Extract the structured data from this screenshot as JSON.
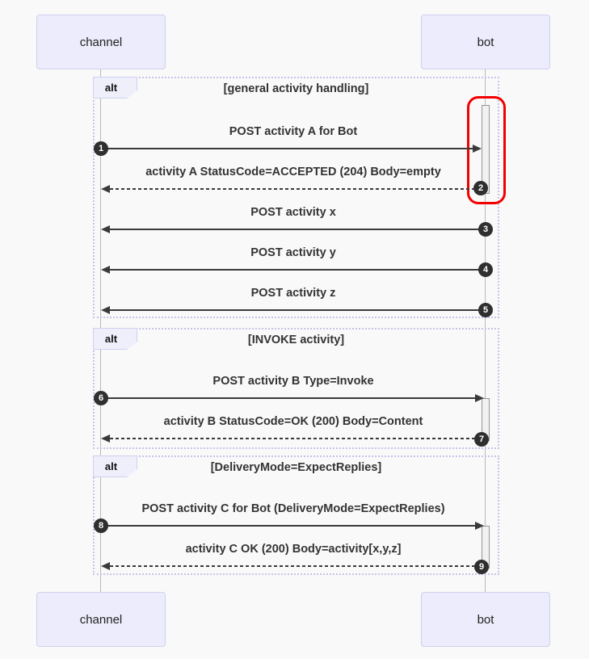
{
  "diagram_type": "sequence-diagram",
  "colors": {
    "background": "#f9f9f9",
    "actor_fill": "#ececfc",
    "actor_border": "#d0d0ee",
    "fragment_border": "#c9c3ea",
    "arrow": "#3a3a3a",
    "badge_fill": "#2f2f2f",
    "badge_text": "#ffffff",
    "activation_fill": "#f1f1f1",
    "activation_border": "#949494",
    "highlight": "#f10000"
  },
  "actors": [
    {
      "label": "channel"
    },
    {
      "label": "bot"
    }
  ],
  "fragments": [
    {
      "operator": "alt",
      "condition": "[general activity handling]"
    },
    {
      "operator": "alt",
      "condition": "[INVOKE activity]"
    },
    {
      "operator": "alt",
      "condition": "[DeliveryMode=ExpectReplies]"
    }
  ],
  "messages": [
    {
      "num": "1",
      "label": "POST activity A for Bot",
      "from": "channel",
      "to": "bot",
      "line": "solid"
    },
    {
      "num": "2",
      "label": "activity A StatusCode=ACCEPTED (204) Body=empty",
      "from": "bot",
      "to": "channel",
      "line": "dashed"
    },
    {
      "num": "3",
      "label": "POST activity x",
      "from": "bot",
      "to": "channel",
      "line": "solid"
    },
    {
      "num": "4",
      "label": "POST activity y",
      "from": "bot",
      "to": "channel",
      "line": "solid"
    },
    {
      "num": "5",
      "label": "POST activity z",
      "from": "bot",
      "to": "channel",
      "line": "solid"
    },
    {
      "num": "6",
      "label": "POST activity B Type=Invoke",
      "from": "channel",
      "to": "bot",
      "line": "solid"
    },
    {
      "num": "7",
      "label": "activity B StatusCode=OK (200) Body=Content",
      "from": "bot",
      "to": "channel",
      "line": "dashed"
    },
    {
      "num": "8",
      "label": "POST activity C for Bot (DeliveryMode=ExpectReplies)",
      "from": "channel",
      "to": "bot",
      "line": "solid"
    },
    {
      "num": "9",
      "label": "activity C OK (200) Body=activity[x,y,z]",
      "from": "bot",
      "to": "channel",
      "line": "dashed"
    }
  ]
}
